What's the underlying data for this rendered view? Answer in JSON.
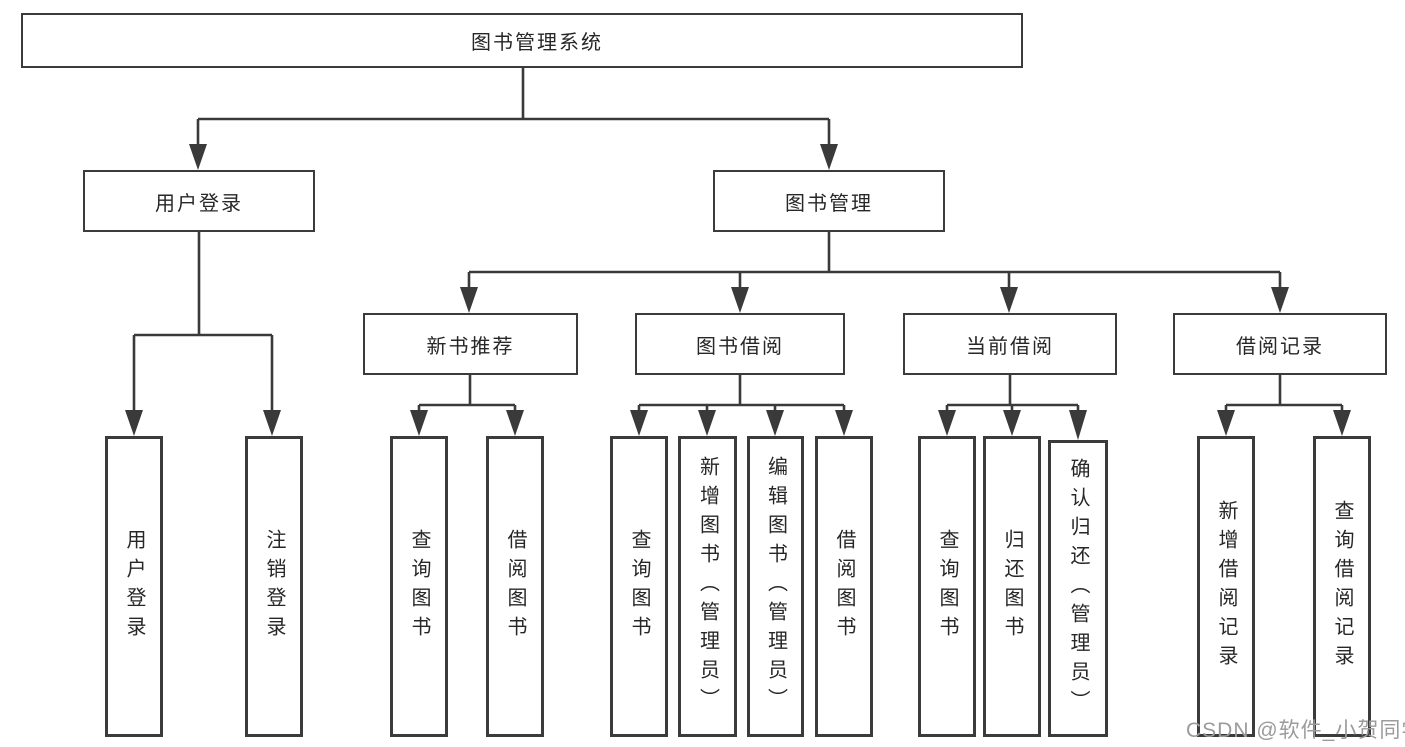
{
  "title": {
    "label": "图书管理系统"
  },
  "level2": [
    {
      "label": "用户登录"
    },
    {
      "label": "图书管理"
    }
  ],
  "level3": [
    {
      "label": "新书推荐"
    },
    {
      "label": "图书借阅"
    },
    {
      "label": "当前借阅"
    },
    {
      "label": "借阅记录"
    }
  ],
  "leaves": [
    {
      "label": "用户登录"
    },
    {
      "label": "注销登录"
    },
    {
      "label": "查询图书"
    },
    {
      "label": "借阅图书"
    },
    {
      "label": "查询图书"
    },
    {
      "label": "新增图书（管理员）"
    },
    {
      "label": "编辑图书（管理员）"
    },
    {
      "label": "借阅图书"
    },
    {
      "label": "查询图书"
    },
    {
      "label": "归还图书"
    },
    {
      "label": "确认归还（管理员）"
    },
    {
      "label": "新增借阅记录"
    },
    {
      "label": "查询借阅记录"
    }
  ],
  "watermark": {
    "text": "CSDN @软件_小贺同学"
  },
  "colors": {
    "line": "#3a3a3a",
    "border": "#3b3b3b",
    "text": "#272727",
    "watermark": "#9b9b9b",
    "background": "#ffffff"
  }
}
